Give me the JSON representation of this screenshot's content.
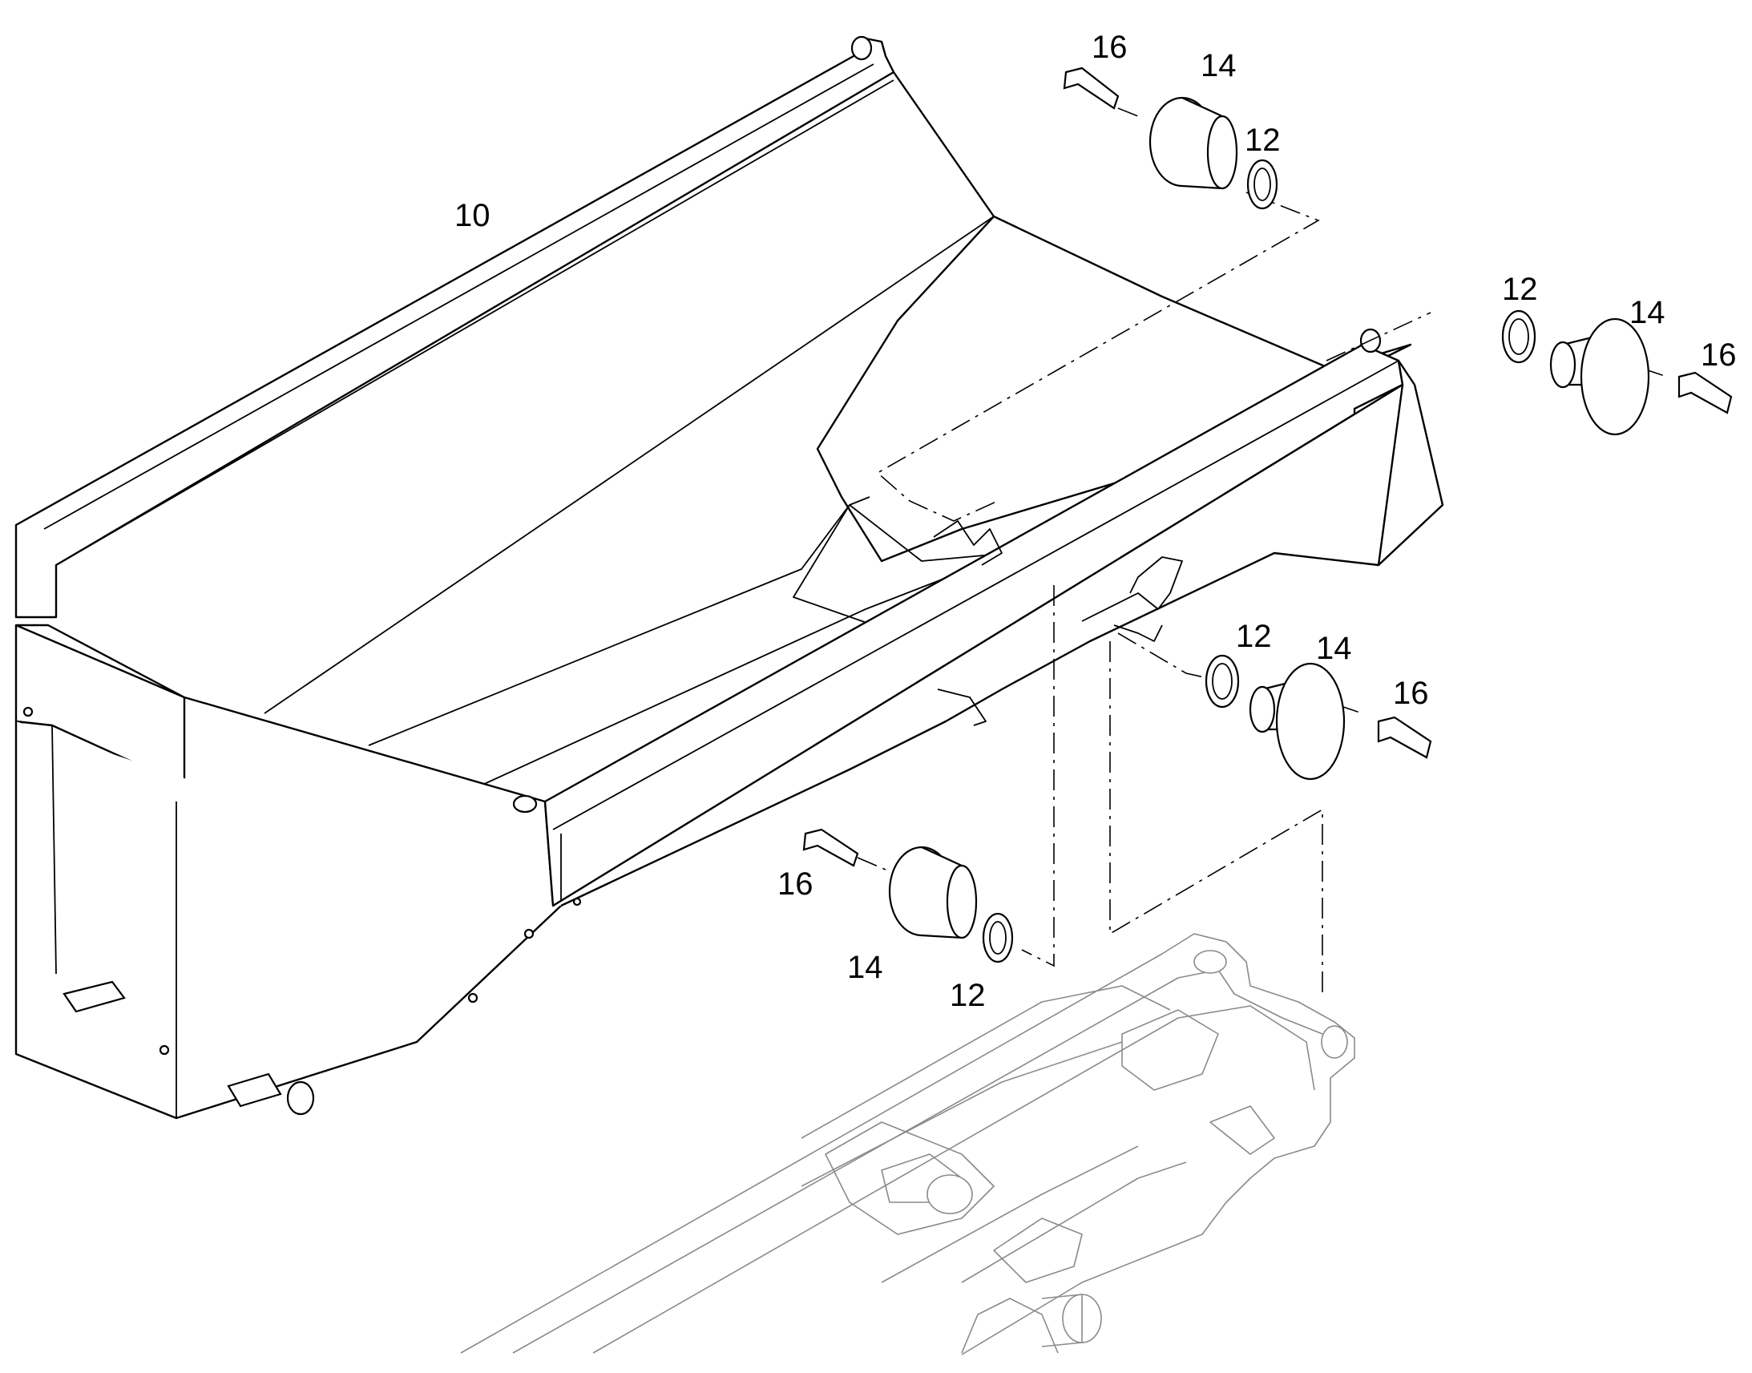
{
  "callouts": {
    "body": "10",
    "washer_tr": "12",
    "pin_tr": "14",
    "bolt_tr": "16",
    "washer_r": "12",
    "pin_r": "14",
    "bolt_r": "16",
    "washer_m": "12",
    "pin_m": "14",
    "bolt_m": "16",
    "bolt_bl": "16",
    "pin_bl": "14",
    "washer_bl": "12"
  },
  "colors": {
    "line": "#000000",
    "ghost_frame": "#8a8a8a",
    "background": "#ffffff"
  }
}
